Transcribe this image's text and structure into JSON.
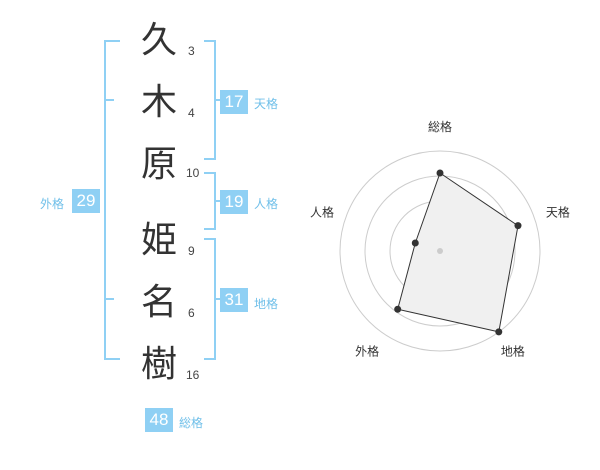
{
  "name": {
    "chars": [
      "久",
      "木",
      "原",
      "姫",
      "名",
      "樹"
    ],
    "strokes": [
      "3",
      "4",
      "10",
      "9",
      "6",
      "16"
    ]
  },
  "grid": {
    "tenkaku": {
      "value": "17",
      "label": "天格"
    },
    "jinkaku": {
      "value": "19",
      "label": "人格"
    },
    "chikaku": {
      "value": "31",
      "label": "地格"
    },
    "gaikaku": {
      "value": "29",
      "label": "外格"
    },
    "soukaku": {
      "value": "48",
      "label": "総格"
    }
  },
  "colors": {
    "accent": "#8fd0f4",
    "label": "#6fbfe9",
    "text": "#333333"
  },
  "chart_data": {
    "type": "radar",
    "axes": [
      "総格",
      "天格",
      "地格",
      "外格",
      "人格"
    ],
    "values": [
      0.78,
      0.82,
      1.0,
      0.72,
      0.26
    ],
    "rings": 4,
    "grid": true
  }
}
